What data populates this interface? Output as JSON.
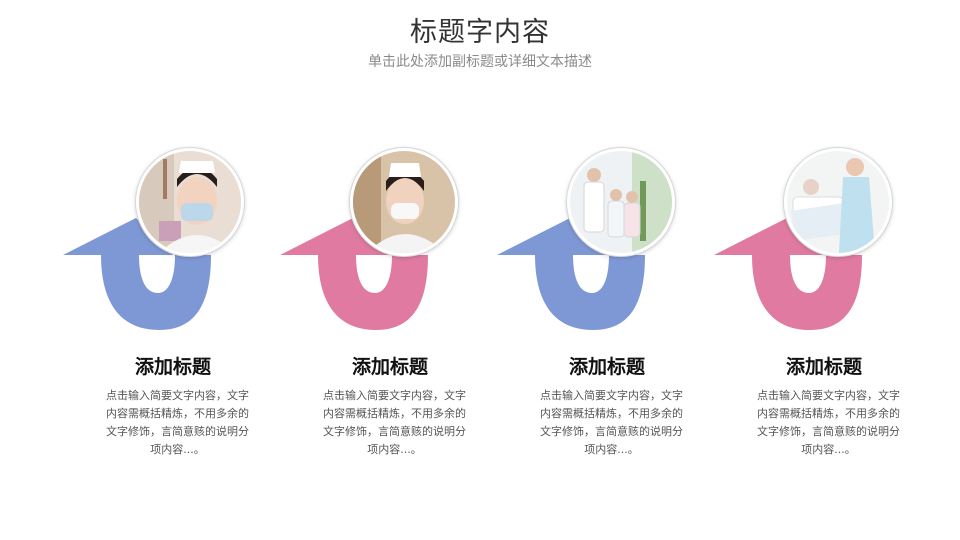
{
  "header": {
    "title": "标题字内容",
    "subtitle": "单击此处添加副标题或详细文本描述"
  },
  "colors": {
    "blue": "#7e98d6",
    "pink": "#e07aa0"
  },
  "items": [
    {
      "title": "添加标题",
      "desc": "点击输入简要文字内容，文字内容需概括精炼，不用多余的文字修饰，言简意赅的说明分项内容...。",
      "color": "blue",
      "photo": "nurse-with-mask-and-syringe"
    },
    {
      "title": "添加标题",
      "desc": "点击输入简要文字内容，文字内容需概括精炼，不用多余的文字修饰，言简意赅的说明分项内容...。",
      "color": "pink",
      "photo": "nurse-with-mask-writing"
    },
    {
      "title": "添加标题",
      "desc": "点击输入简要文字内容，文字内容需概括精炼，不用多余的文字修饰，言简意赅的说明分项内容...。",
      "color": "blue",
      "photo": "doctor-and-nurses-in-hallway"
    },
    {
      "title": "添加标题",
      "desc": "点击输入简要文字内容，文字内容需概括精炼，不用多余的文字修饰，言简意赅的说明分项内容...。",
      "color": "pink",
      "photo": "nurse-at-patient-bedside"
    }
  ]
}
